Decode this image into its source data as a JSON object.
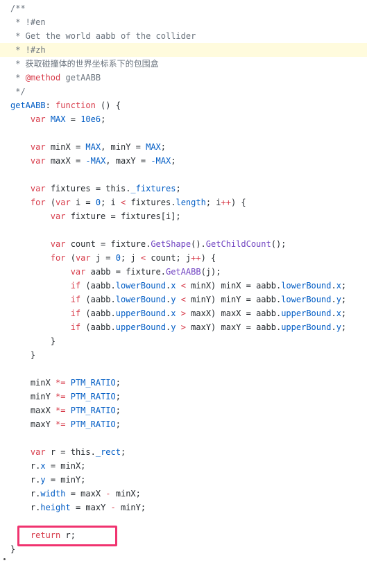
{
  "code_lines": [
    {
      "highlight": false,
      "tokens": [
        {
          "t": "/**",
          "c": "comment"
        }
      ]
    },
    {
      "highlight": false,
      "tokens": [
        {
          "t": " * !#en",
          "c": "comment"
        }
      ]
    },
    {
      "highlight": false,
      "tokens": [
        {
          "t": " * Get the world aabb of the collider",
          "c": "comment"
        }
      ]
    },
    {
      "highlight": true,
      "tokens": [
        {
          "t": " * !#zh",
          "c": "comment"
        }
      ]
    },
    {
      "highlight": false,
      "tokens": [
        {
          "t": " * 获取碰撞体的世界坐标系下的包围盒",
          "c": "comment"
        }
      ]
    },
    {
      "highlight": false,
      "tokens": [
        {
          "t": " * ",
          "c": "comment"
        },
        {
          "t": "@method",
          "c": "tag"
        },
        {
          "t": " getAABB",
          "c": "comment"
        }
      ]
    },
    {
      "highlight": false,
      "tokens": [
        {
          "t": " */",
          "c": "comment"
        }
      ]
    },
    {
      "highlight": false,
      "tokens": [
        {
          "t": "getAABB",
          "c": "prop"
        },
        {
          "t": ": ",
          "c": "plain"
        },
        {
          "t": "function",
          "c": "keyword"
        },
        {
          "t": " () {",
          "c": "plain"
        }
      ]
    },
    {
      "highlight": false,
      "tokens": [
        {
          "t": "    ",
          "c": "plain"
        },
        {
          "t": "var",
          "c": "keyword"
        },
        {
          "t": " ",
          "c": "plain"
        },
        {
          "t": "MAX",
          "c": "const"
        },
        {
          "t": " = ",
          "c": "plain"
        },
        {
          "t": "10e6",
          "c": "const"
        },
        {
          "t": ";",
          "c": "plain"
        }
      ]
    },
    {
      "highlight": false,
      "tokens": [
        {
          "t": "",
          "c": "plain"
        }
      ]
    },
    {
      "highlight": false,
      "tokens": [
        {
          "t": "    ",
          "c": "plain"
        },
        {
          "t": "var",
          "c": "keyword"
        },
        {
          "t": " minX = ",
          "c": "plain"
        },
        {
          "t": "MAX",
          "c": "const"
        },
        {
          "t": ", minY = ",
          "c": "plain"
        },
        {
          "t": "MAX",
          "c": "const"
        },
        {
          "t": ";",
          "c": "plain"
        }
      ]
    },
    {
      "highlight": false,
      "tokens": [
        {
          "t": "    ",
          "c": "plain"
        },
        {
          "t": "var",
          "c": "keyword"
        },
        {
          "t": " maxX = ",
          "c": "plain"
        },
        {
          "t": "-MAX",
          "c": "const"
        },
        {
          "t": ", maxY = ",
          "c": "plain"
        },
        {
          "t": "-MAX",
          "c": "const"
        },
        {
          "t": ";",
          "c": "plain"
        }
      ]
    },
    {
      "highlight": false,
      "tokens": [
        {
          "t": "",
          "c": "plain"
        }
      ]
    },
    {
      "highlight": false,
      "tokens": [
        {
          "t": "    ",
          "c": "plain"
        },
        {
          "t": "var",
          "c": "keyword"
        },
        {
          "t": " fixtures = this.",
          "c": "plain"
        },
        {
          "t": "_fixtures",
          "c": "prop"
        },
        {
          "t": ";",
          "c": "plain"
        }
      ]
    },
    {
      "highlight": false,
      "tokens": [
        {
          "t": "    ",
          "c": "plain"
        },
        {
          "t": "for",
          "c": "keyword"
        },
        {
          "t": " (",
          "c": "plain"
        },
        {
          "t": "var",
          "c": "keyword"
        },
        {
          "t": " i = ",
          "c": "plain"
        },
        {
          "t": "0",
          "c": "const"
        },
        {
          "t": "; i ",
          "c": "plain"
        },
        {
          "t": "<",
          "c": "op"
        },
        {
          "t": " fixtures.",
          "c": "plain"
        },
        {
          "t": "length",
          "c": "prop"
        },
        {
          "t": "; i",
          "c": "plain"
        },
        {
          "t": "++",
          "c": "op"
        },
        {
          "t": ") {",
          "c": "plain"
        }
      ]
    },
    {
      "highlight": false,
      "tokens": [
        {
          "t": "        ",
          "c": "plain"
        },
        {
          "t": "var",
          "c": "keyword"
        },
        {
          "t": " fixture = fixtures[i];",
          "c": "plain"
        }
      ]
    },
    {
      "highlight": false,
      "tokens": [
        {
          "t": "",
          "c": "plain"
        }
      ]
    },
    {
      "highlight": false,
      "tokens": [
        {
          "t": "        ",
          "c": "plain"
        },
        {
          "t": "var",
          "c": "keyword"
        },
        {
          "t": " count = fixture.",
          "c": "plain"
        },
        {
          "t": "GetShape",
          "c": "func"
        },
        {
          "t": "().",
          "c": "plain"
        },
        {
          "t": "GetChildCount",
          "c": "func"
        },
        {
          "t": "();",
          "c": "plain"
        }
      ]
    },
    {
      "highlight": false,
      "tokens": [
        {
          "t": "        ",
          "c": "plain"
        },
        {
          "t": "for",
          "c": "keyword"
        },
        {
          "t": " (",
          "c": "plain"
        },
        {
          "t": "var",
          "c": "keyword"
        },
        {
          "t": " j = ",
          "c": "plain"
        },
        {
          "t": "0",
          "c": "const"
        },
        {
          "t": "; j ",
          "c": "plain"
        },
        {
          "t": "<",
          "c": "op"
        },
        {
          "t": " count; j",
          "c": "plain"
        },
        {
          "t": "++",
          "c": "op"
        },
        {
          "t": ") {",
          "c": "plain"
        }
      ]
    },
    {
      "highlight": false,
      "tokens": [
        {
          "t": "            ",
          "c": "plain"
        },
        {
          "t": "var",
          "c": "keyword"
        },
        {
          "t": " aabb = fixture.",
          "c": "plain"
        },
        {
          "t": "GetAABB",
          "c": "func"
        },
        {
          "t": "(j);",
          "c": "plain"
        }
      ]
    },
    {
      "highlight": false,
      "tokens": [
        {
          "t": "            ",
          "c": "plain"
        },
        {
          "t": "if",
          "c": "keyword"
        },
        {
          "t": " (aabb.",
          "c": "plain"
        },
        {
          "t": "lowerBound",
          "c": "prop"
        },
        {
          "t": ".",
          "c": "plain"
        },
        {
          "t": "x",
          "c": "prop"
        },
        {
          "t": " ",
          "c": "plain"
        },
        {
          "t": "<",
          "c": "op"
        },
        {
          "t": " minX) minX = aabb.",
          "c": "plain"
        },
        {
          "t": "lowerBound",
          "c": "prop"
        },
        {
          "t": ".",
          "c": "plain"
        },
        {
          "t": "x",
          "c": "prop"
        },
        {
          "t": ";",
          "c": "plain"
        }
      ]
    },
    {
      "highlight": false,
      "tokens": [
        {
          "t": "            ",
          "c": "plain"
        },
        {
          "t": "if",
          "c": "keyword"
        },
        {
          "t": " (aabb.",
          "c": "plain"
        },
        {
          "t": "lowerBound",
          "c": "prop"
        },
        {
          "t": ".",
          "c": "plain"
        },
        {
          "t": "y",
          "c": "prop"
        },
        {
          "t": " ",
          "c": "plain"
        },
        {
          "t": "<",
          "c": "op"
        },
        {
          "t": " minY) minY = aabb.",
          "c": "plain"
        },
        {
          "t": "lowerBound",
          "c": "prop"
        },
        {
          "t": ".",
          "c": "plain"
        },
        {
          "t": "y",
          "c": "prop"
        },
        {
          "t": ";",
          "c": "plain"
        }
      ]
    },
    {
      "highlight": false,
      "tokens": [
        {
          "t": "            ",
          "c": "plain"
        },
        {
          "t": "if",
          "c": "keyword"
        },
        {
          "t": " (aabb.",
          "c": "plain"
        },
        {
          "t": "upperBound",
          "c": "prop"
        },
        {
          "t": ".",
          "c": "plain"
        },
        {
          "t": "x",
          "c": "prop"
        },
        {
          "t": " ",
          "c": "plain"
        },
        {
          "t": ">",
          "c": "op"
        },
        {
          "t": " maxX) maxX = aabb.",
          "c": "plain"
        },
        {
          "t": "upperBound",
          "c": "prop"
        },
        {
          "t": ".",
          "c": "plain"
        },
        {
          "t": "x",
          "c": "prop"
        },
        {
          "t": ";",
          "c": "plain"
        }
      ]
    },
    {
      "highlight": false,
      "tokens": [
        {
          "t": "            ",
          "c": "plain"
        },
        {
          "t": "if",
          "c": "keyword"
        },
        {
          "t": " (aabb.",
          "c": "plain"
        },
        {
          "t": "upperBound",
          "c": "prop"
        },
        {
          "t": ".",
          "c": "plain"
        },
        {
          "t": "y",
          "c": "prop"
        },
        {
          "t": " ",
          "c": "plain"
        },
        {
          "t": ">",
          "c": "op"
        },
        {
          "t": " maxY) maxY = aabb.",
          "c": "plain"
        },
        {
          "t": "upperBound",
          "c": "prop"
        },
        {
          "t": ".",
          "c": "plain"
        },
        {
          "t": "y",
          "c": "prop"
        },
        {
          "t": ";",
          "c": "plain"
        }
      ]
    },
    {
      "highlight": false,
      "tokens": [
        {
          "t": "        }",
          "c": "plain"
        }
      ]
    },
    {
      "highlight": false,
      "tokens": [
        {
          "t": "    }",
          "c": "plain"
        }
      ]
    },
    {
      "highlight": false,
      "tokens": [
        {
          "t": "",
          "c": "plain"
        }
      ]
    },
    {
      "highlight": false,
      "tokens": [
        {
          "t": "    minX ",
          "c": "plain"
        },
        {
          "t": "*=",
          "c": "op"
        },
        {
          "t": " ",
          "c": "plain"
        },
        {
          "t": "PTM_RATIO",
          "c": "const"
        },
        {
          "t": ";",
          "c": "plain"
        }
      ]
    },
    {
      "highlight": false,
      "tokens": [
        {
          "t": "    minY ",
          "c": "plain"
        },
        {
          "t": "*=",
          "c": "op"
        },
        {
          "t": " ",
          "c": "plain"
        },
        {
          "t": "PTM_RATIO",
          "c": "const"
        },
        {
          "t": ";",
          "c": "plain"
        }
      ]
    },
    {
      "highlight": false,
      "tokens": [
        {
          "t": "    maxX ",
          "c": "plain"
        },
        {
          "t": "*=",
          "c": "op"
        },
        {
          "t": " ",
          "c": "plain"
        },
        {
          "t": "PTM_RATIO",
          "c": "const"
        },
        {
          "t": ";",
          "c": "plain"
        }
      ]
    },
    {
      "highlight": false,
      "tokens": [
        {
          "t": "    maxY ",
          "c": "plain"
        },
        {
          "t": "*=",
          "c": "op"
        },
        {
          "t": " ",
          "c": "plain"
        },
        {
          "t": "PTM_RATIO",
          "c": "const"
        },
        {
          "t": ";",
          "c": "plain"
        }
      ]
    },
    {
      "highlight": false,
      "tokens": [
        {
          "t": "",
          "c": "plain"
        }
      ]
    },
    {
      "highlight": false,
      "tokens": [
        {
          "t": "    ",
          "c": "plain"
        },
        {
          "t": "var",
          "c": "keyword"
        },
        {
          "t": " r = this.",
          "c": "plain"
        },
        {
          "t": "_rect",
          "c": "prop"
        },
        {
          "t": ";",
          "c": "plain"
        }
      ]
    },
    {
      "highlight": false,
      "tokens": [
        {
          "t": "    r.",
          "c": "plain"
        },
        {
          "t": "x",
          "c": "prop"
        },
        {
          "t": " = minX;",
          "c": "plain"
        }
      ]
    },
    {
      "highlight": false,
      "tokens": [
        {
          "t": "    r.",
          "c": "plain"
        },
        {
          "t": "y",
          "c": "prop"
        },
        {
          "t": " = minY;",
          "c": "plain"
        }
      ]
    },
    {
      "highlight": false,
      "tokens": [
        {
          "t": "    r.",
          "c": "plain"
        },
        {
          "t": "width",
          "c": "prop"
        },
        {
          "t": " = maxX ",
          "c": "plain"
        },
        {
          "t": "-",
          "c": "op"
        },
        {
          "t": " minX;",
          "c": "plain"
        }
      ]
    },
    {
      "highlight": false,
      "tokens": [
        {
          "t": "    r.",
          "c": "plain"
        },
        {
          "t": "height",
          "c": "prop"
        },
        {
          "t": " = maxY ",
          "c": "plain"
        },
        {
          "t": "-",
          "c": "op"
        },
        {
          "t": " minY;",
          "c": "plain"
        }
      ]
    },
    {
      "highlight": false,
      "tokens": [
        {
          "t": "",
          "c": "plain"
        }
      ]
    },
    {
      "highlight": false,
      "tokens": [
        {
          "t": "    ",
          "c": "plain"
        },
        {
          "t": "return",
          "c": "keyword"
        },
        {
          "t": " r;",
          "c": "plain"
        }
      ]
    },
    {
      "highlight": false,
      "tokens": [
        {
          "t": "}",
          "c": "plain"
        }
      ]
    }
  ],
  "annotation": {
    "label": "return-statement-highlight",
    "color": "#f0336f"
  }
}
